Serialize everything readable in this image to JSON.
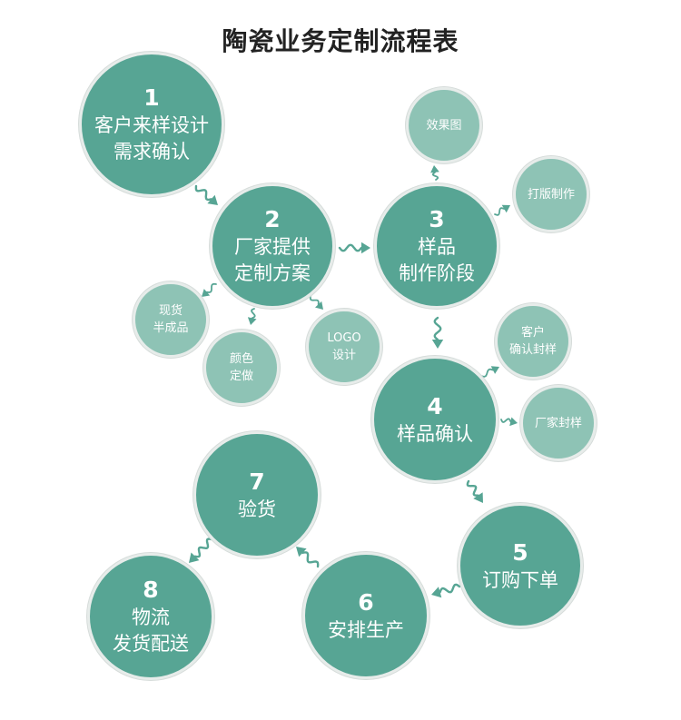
{
  "title": "陶瓷业务定制流程表",
  "colors": {
    "main_circle": "#57a594",
    "sub_circle": "#8ec3b5",
    "arrow": "#57a594",
    "ring": "#e7ecea"
  },
  "steps": [
    {
      "number": "1",
      "lines": [
        "客户来样设计",
        "需求确认"
      ]
    },
    {
      "number": "2",
      "lines": [
        "厂家提供",
        "定制方案"
      ]
    },
    {
      "number": "3",
      "lines": [
        "样品",
        "制作阶段"
      ]
    },
    {
      "number": "4",
      "lines": [
        "样品确认"
      ]
    },
    {
      "number": "5",
      "lines": [
        "订购下单"
      ]
    },
    {
      "number": "6",
      "lines": [
        "安排生产"
      ]
    },
    {
      "number": "7",
      "lines": [
        "验货"
      ]
    },
    {
      "number": "8",
      "lines": [
        "物流",
        "发货配送"
      ]
    }
  ],
  "sub_items": {
    "step2": [
      {
        "lines": [
          "现货",
          "半成品"
        ]
      },
      {
        "lines": [
          "颜色",
          "定做"
        ]
      },
      {
        "lines": [
          "LOGO",
          "设计"
        ]
      }
    ],
    "step3": [
      {
        "lines": [
          "效果图"
        ]
      },
      {
        "lines": [
          "打版制作"
        ]
      }
    ],
    "step4": [
      {
        "lines": [
          "客户",
          "确认封样"
        ]
      },
      {
        "lines": [
          "厂家封样"
        ]
      }
    ]
  }
}
